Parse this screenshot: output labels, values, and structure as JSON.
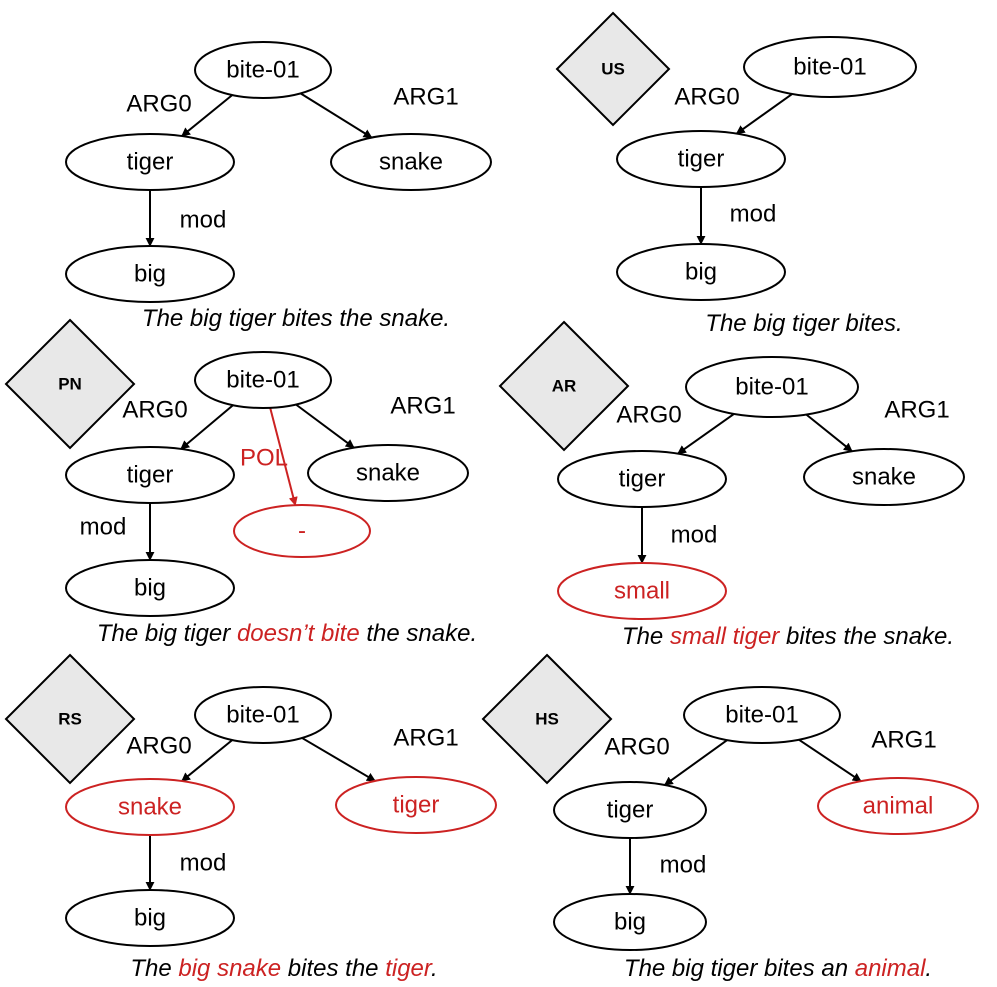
{
  "colors": {
    "normal": "#000000",
    "highlight": "#cc2222"
  },
  "panels": [
    {
      "badge": "",
      "nodes": [
        {
          "label": "bite-01",
          "hl": false
        },
        {
          "label": "tiger",
          "hl": false
        },
        {
          "label": "snake",
          "hl": false
        },
        {
          "label": "big",
          "hl": false
        }
      ],
      "edges": [
        {
          "from": 0,
          "to": 1,
          "label": "ARG0",
          "hl": false
        },
        {
          "from": 0,
          "to": 2,
          "label": "ARG1",
          "hl": false
        },
        {
          "from": 1,
          "to": 3,
          "label": "mod",
          "hl": false
        }
      ],
      "caption": [
        {
          "text": "The big tiger bites the snake.",
          "hl": false
        }
      ]
    },
    {
      "badge": "US",
      "nodes": [
        {
          "label": "bite-01",
          "hl": false
        },
        {
          "label": "tiger",
          "hl": false
        },
        {
          "label": "big",
          "hl": false
        }
      ],
      "edges": [
        {
          "from": 0,
          "to": 1,
          "label": "ARG0",
          "hl": false
        },
        {
          "from": 1,
          "to": 2,
          "label": "mod",
          "hl": false
        }
      ],
      "caption": [
        {
          "text": "The big tiger bites.",
          "hl": false
        }
      ]
    },
    {
      "badge": "PN",
      "nodes": [
        {
          "label": "bite-01",
          "hl": false
        },
        {
          "label": "tiger",
          "hl": false
        },
        {
          "label": "snake",
          "hl": false
        },
        {
          "label": "big",
          "hl": false
        },
        {
          "label": "-",
          "hl": true
        }
      ],
      "edges": [
        {
          "from": 0,
          "to": 1,
          "label": "ARG0",
          "hl": false
        },
        {
          "from": 0,
          "to": 2,
          "label": "ARG1",
          "hl": false
        },
        {
          "from": 1,
          "to": 3,
          "label": "mod",
          "hl": false
        },
        {
          "from": 0,
          "to": 4,
          "label": "POL",
          "hl": true
        }
      ],
      "caption": [
        {
          "text": "The big tiger ",
          "hl": false
        },
        {
          "text": "doesn’t bite",
          "hl": true
        },
        {
          "text": " the snake.",
          "hl": false
        }
      ]
    },
    {
      "badge": "AR",
      "nodes": [
        {
          "label": "bite-01",
          "hl": false
        },
        {
          "label": "tiger",
          "hl": false
        },
        {
          "label": "snake",
          "hl": false
        },
        {
          "label": "small",
          "hl": true
        }
      ],
      "edges": [
        {
          "from": 0,
          "to": 1,
          "label": "ARG0",
          "hl": false
        },
        {
          "from": 0,
          "to": 2,
          "label": "ARG1",
          "hl": false
        },
        {
          "from": 1,
          "to": 3,
          "label": "mod",
          "hl": false
        }
      ],
      "caption": [
        {
          "text": "The ",
          "hl": false
        },
        {
          "text": "small tiger",
          "hl": true
        },
        {
          "text": " bites the snake.",
          "hl": false
        }
      ]
    },
    {
      "badge": "RS",
      "nodes": [
        {
          "label": "bite-01",
          "hl": false
        },
        {
          "label": "snake",
          "hl": true
        },
        {
          "label": "tiger",
          "hl": true
        },
        {
          "label": "big",
          "hl": false
        }
      ],
      "edges": [
        {
          "from": 0,
          "to": 1,
          "label": "ARG0",
          "hl": false
        },
        {
          "from": 0,
          "to": 2,
          "label": "ARG1",
          "hl": false
        },
        {
          "from": 1,
          "to": 3,
          "label": "mod",
          "hl": false
        }
      ],
      "caption": [
        {
          "text": "The ",
          "hl": false
        },
        {
          "text": "big snake",
          "hl": true
        },
        {
          "text": " bites the ",
          "hl": false
        },
        {
          "text": "tiger",
          "hl": true
        },
        {
          "text": ".",
          "hl": false
        }
      ]
    },
    {
      "badge": "HS",
      "nodes": [
        {
          "label": "bite-01",
          "hl": false
        },
        {
          "label": "tiger",
          "hl": false
        },
        {
          "label": "animal",
          "hl": true
        },
        {
          "label": "big",
          "hl": false
        }
      ],
      "edges": [
        {
          "from": 0,
          "to": 1,
          "label": "ARG0",
          "hl": false
        },
        {
          "from": 0,
          "to": 2,
          "label": "ARG1",
          "hl": false
        },
        {
          "from": 1,
          "to": 3,
          "label": "mod",
          "hl": false
        }
      ],
      "caption": [
        {
          "text": "The big tiger bites an ",
          "hl": false
        },
        {
          "text": "animal",
          "hl": true
        },
        {
          "text": ".",
          "hl": false
        }
      ]
    }
  ]
}
